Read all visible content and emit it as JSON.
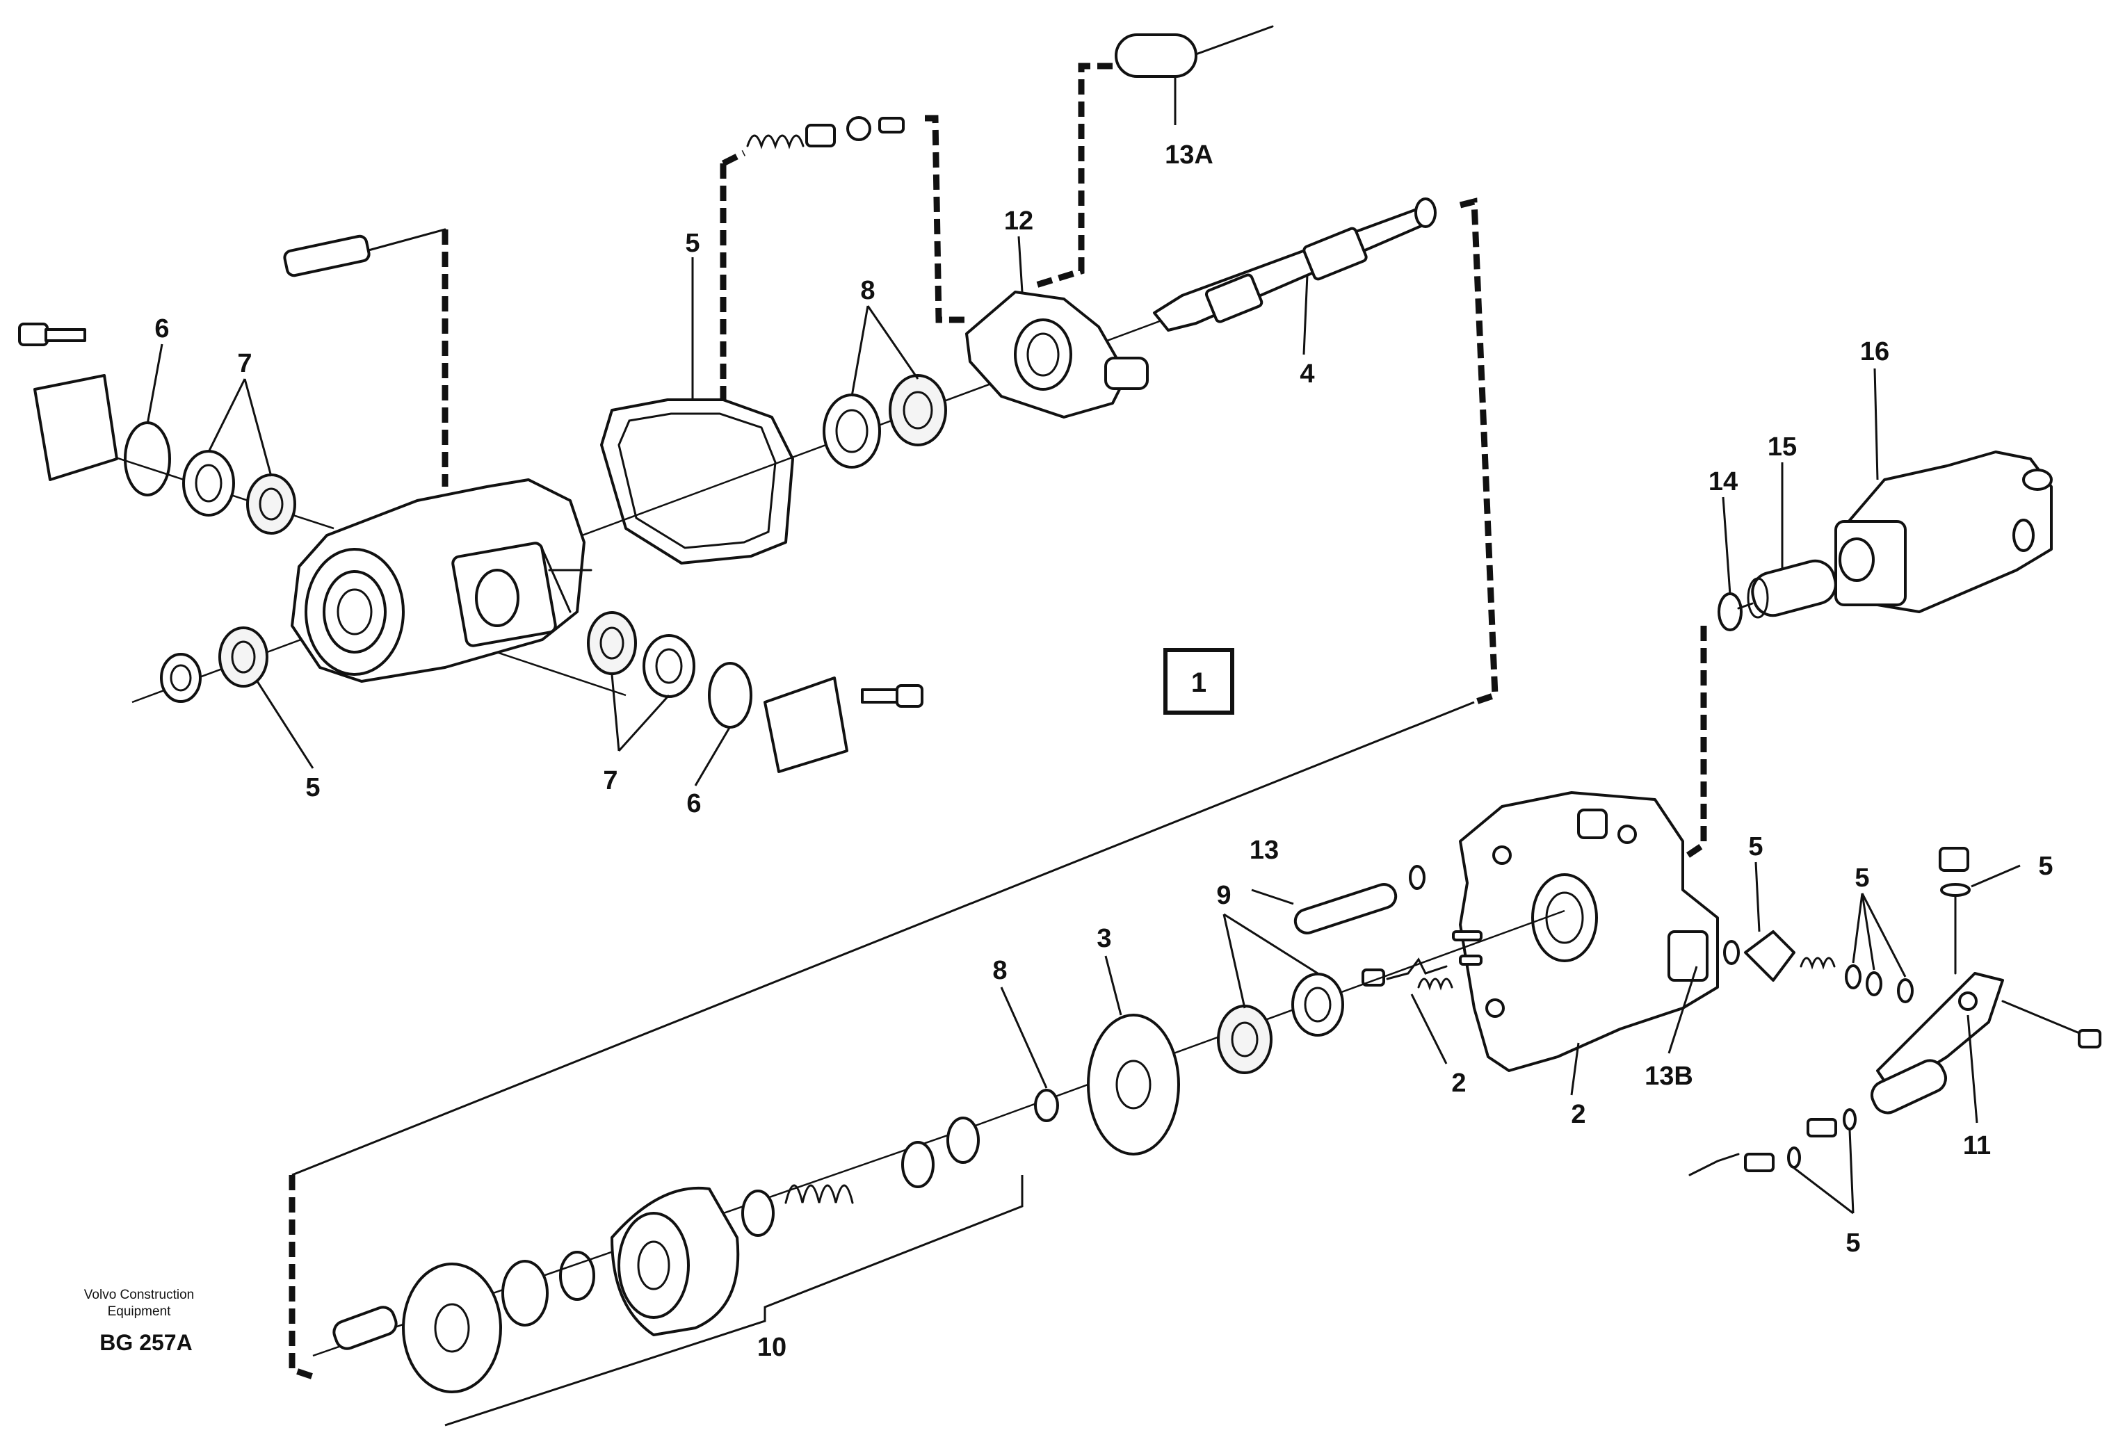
{
  "labels": {
    "l6a": "6",
    "l7a": "7",
    "l5a": "5",
    "l8a": "8",
    "l12": "12",
    "l13A": "13A",
    "l4": "4",
    "l5b": "5",
    "l7b": "7",
    "l6b": "6",
    "l16": "16",
    "l15": "15",
    "l14": "14",
    "l13": "13",
    "l9": "9",
    "l3": "3",
    "l8b": "8",
    "l2a": "2",
    "l2b": "2",
    "l13B": "13B",
    "l5c": "5",
    "l5d": "5",
    "l5e": "5",
    "l11": "11",
    "l5f": "5",
    "l10": "10"
  },
  "reference_box": "1",
  "footer": {
    "maker_line1": "Volvo Construction",
    "maker_line2": "Equipment",
    "code": "BG 257A"
  }
}
